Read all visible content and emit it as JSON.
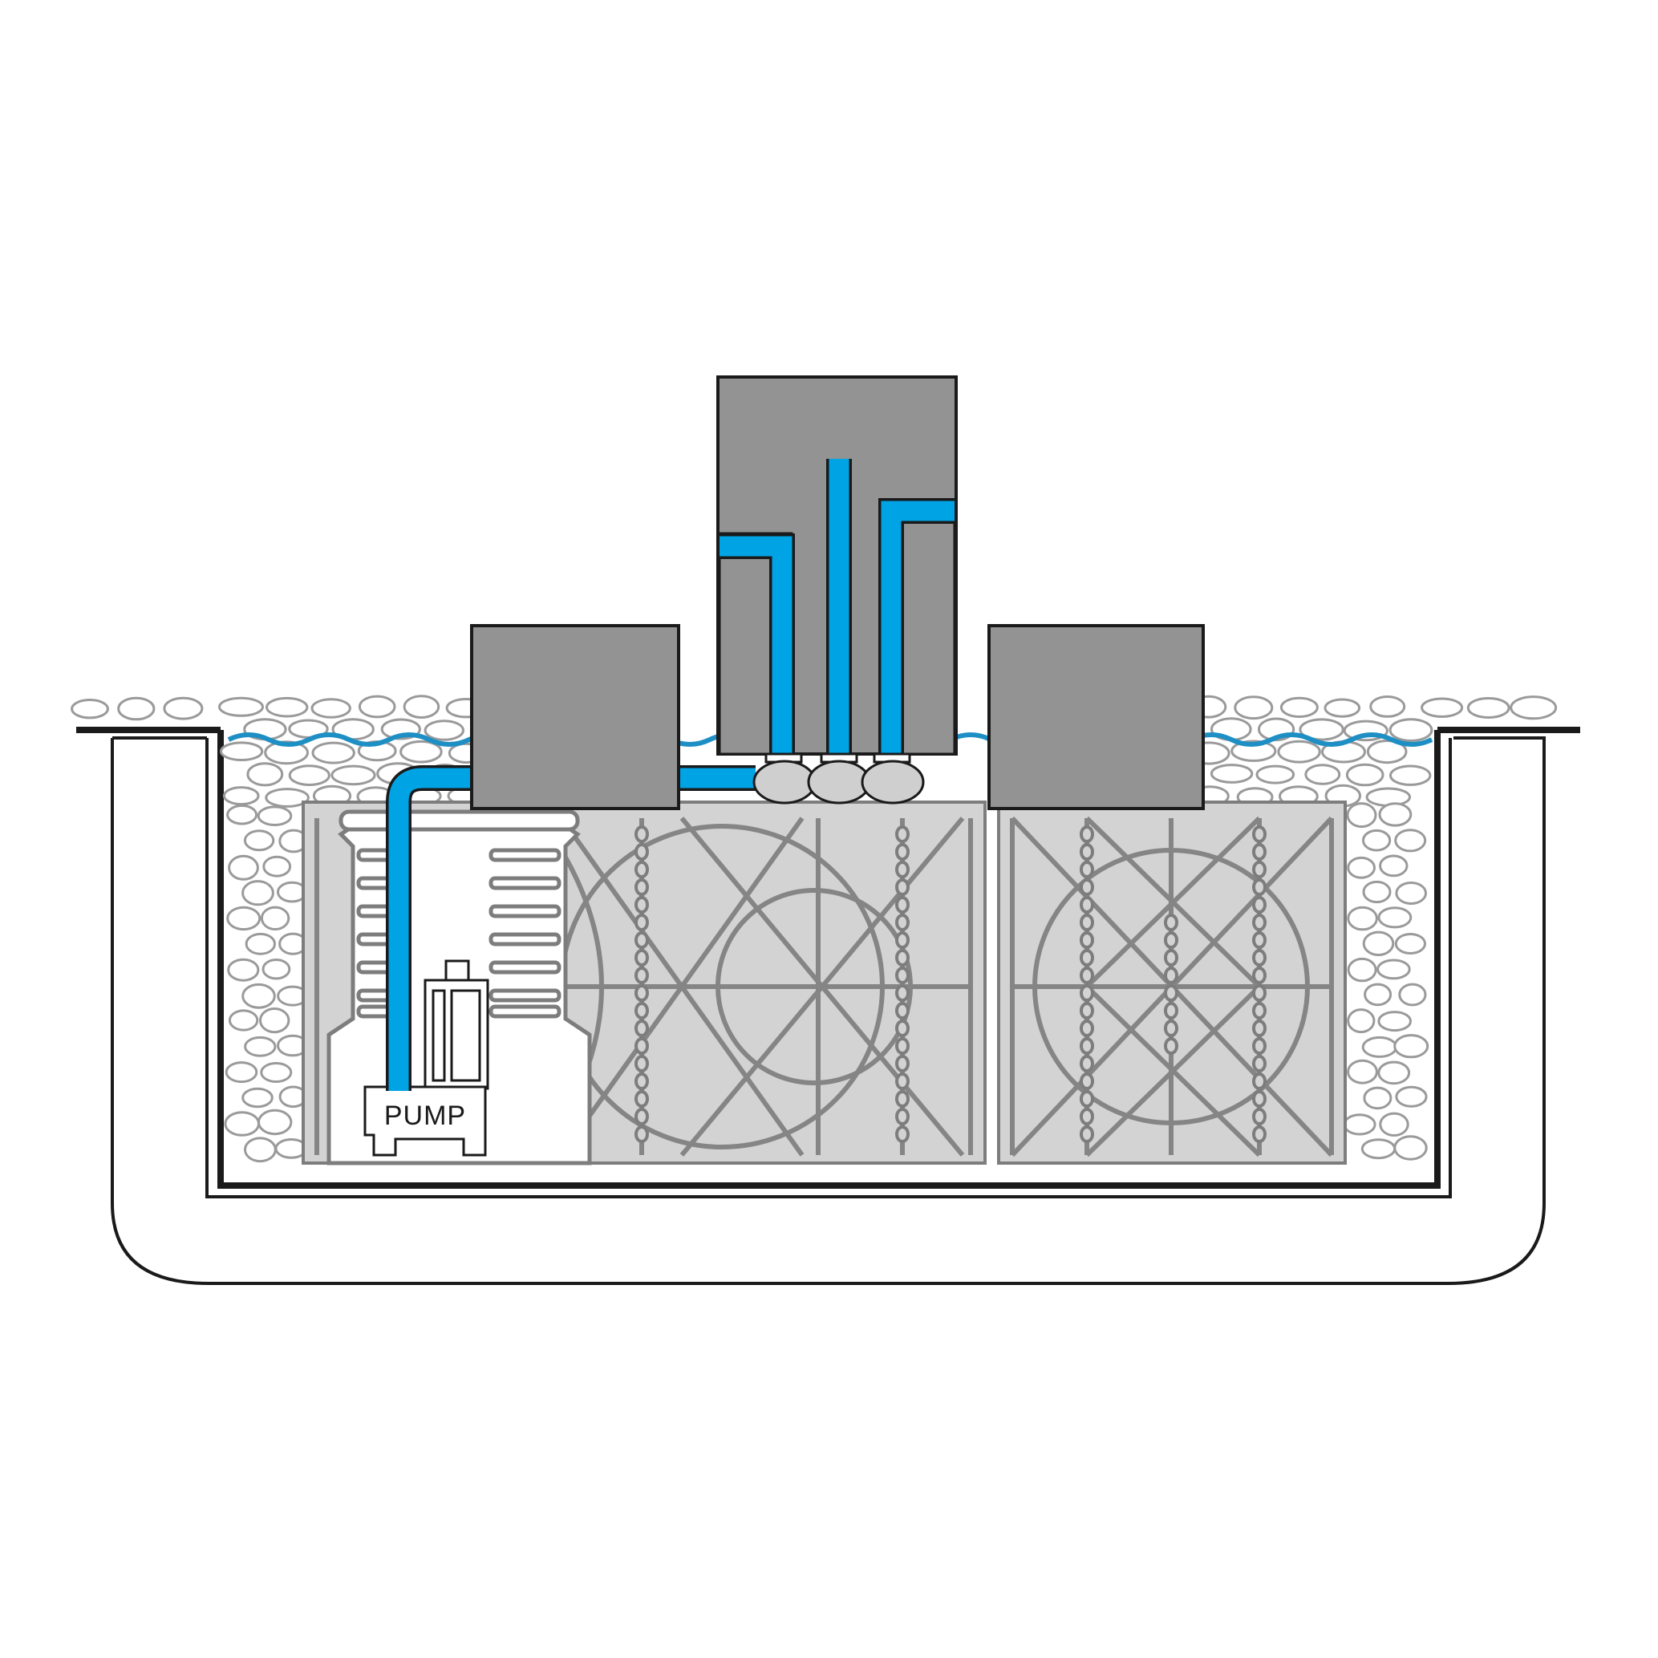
{
  "labels": {
    "pump": "PUMP"
  },
  "colors": {
    "background": "#ffffff",
    "water_pipe": "#00a3e4",
    "water_line": "#1e8fc4",
    "stone_block": "#939393",
    "tank_module": "#d3d3d3",
    "tank_stroke": "#7d7d7d",
    "gravel_stroke": "#9a9a9a",
    "outline": "#1a1a1a"
  },
  "icons": {
    "gravel": "gravel-stones",
    "pump": "submersible-pump",
    "nozzle": "fountain-nozzle"
  }
}
